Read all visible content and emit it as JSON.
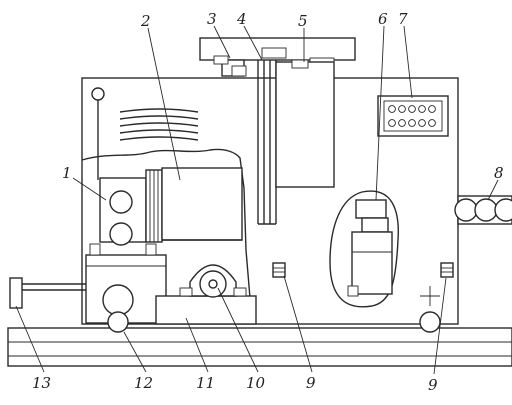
{
  "callouts": [
    {
      "id": "1",
      "label": "1"
    },
    {
      "id": "2",
      "label": "2"
    },
    {
      "id": "3",
      "label": "3"
    },
    {
      "id": "4",
      "label": "4"
    },
    {
      "id": "5",
      "label": "5"
    },
    {
      "id": "6",
      "label": "6"
    },
    {
      "id": "7",
      "label": "7"
    },
    {
      "id": "8",
      "label": "8"
    },
    {
      "id": "9a",
      "label": "9"
    },
    {
      "id": "9b",
      "label": "9"
    },
    {
      "id": "10",
      "label": "10"
    },
    {
      "id": "11",
      "label": "11"
    },
    {
      "id": "12",
      "label": "12"
    },
    {
      "id": "13",
      "label": "13"
    }
  ],
  "colors": {
    "ink": "#2a2a2a",
    "paper": "#ffffff"
  }
}
